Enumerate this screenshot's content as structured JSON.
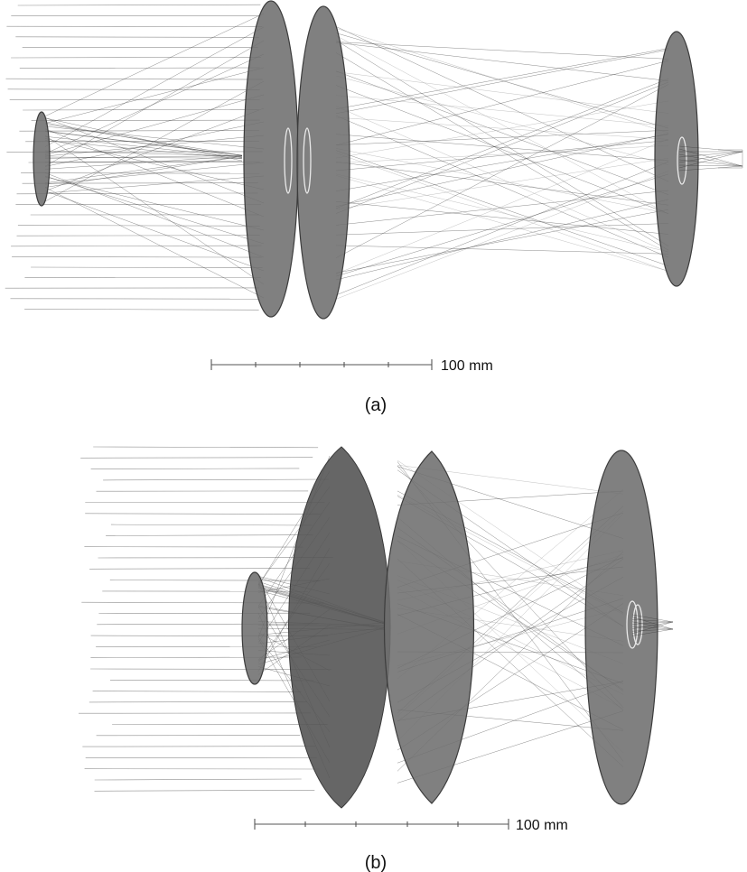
{
  "panels": [
    {
      "caption": "(a)",
      "scale_label": "100 mm"
    },
    {
      "caption": "(b)",
      "scale_label": "100 mm"
    }
  ],
  "colors": {
    "lens": "#6e6e6e",
    "ray": "#2c2c2c",
    "background": "#ffffff"
  }
}
